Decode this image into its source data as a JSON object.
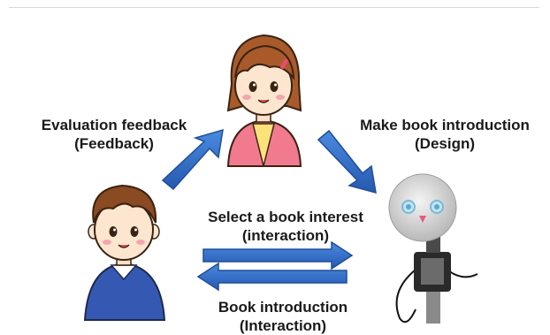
{
  "labels": {
    "evaluation": {
      "line1": "Evaluation feedback",
      "line2": "(Feedback)"
    },
    "make": {
      "line1": "Make book introduction",
      "line2": "(Design)"
    },
    "select": {
      "line1": "Select a book interest",
      "line2": "(interaction)"
    },
    "introduction": {
      "line1": "Book introduction",
      "line2": "(Interaction)"
    }
  },
  "colors": {
    "arrow": "#2f6fc9",
    "arrow_edge": "#1f4f96",
    "girl_shirt": "#f27a8e",
    "boy_sweater": "#3559b3",
    "robot_head": "#d8d8d8"
  }
}
